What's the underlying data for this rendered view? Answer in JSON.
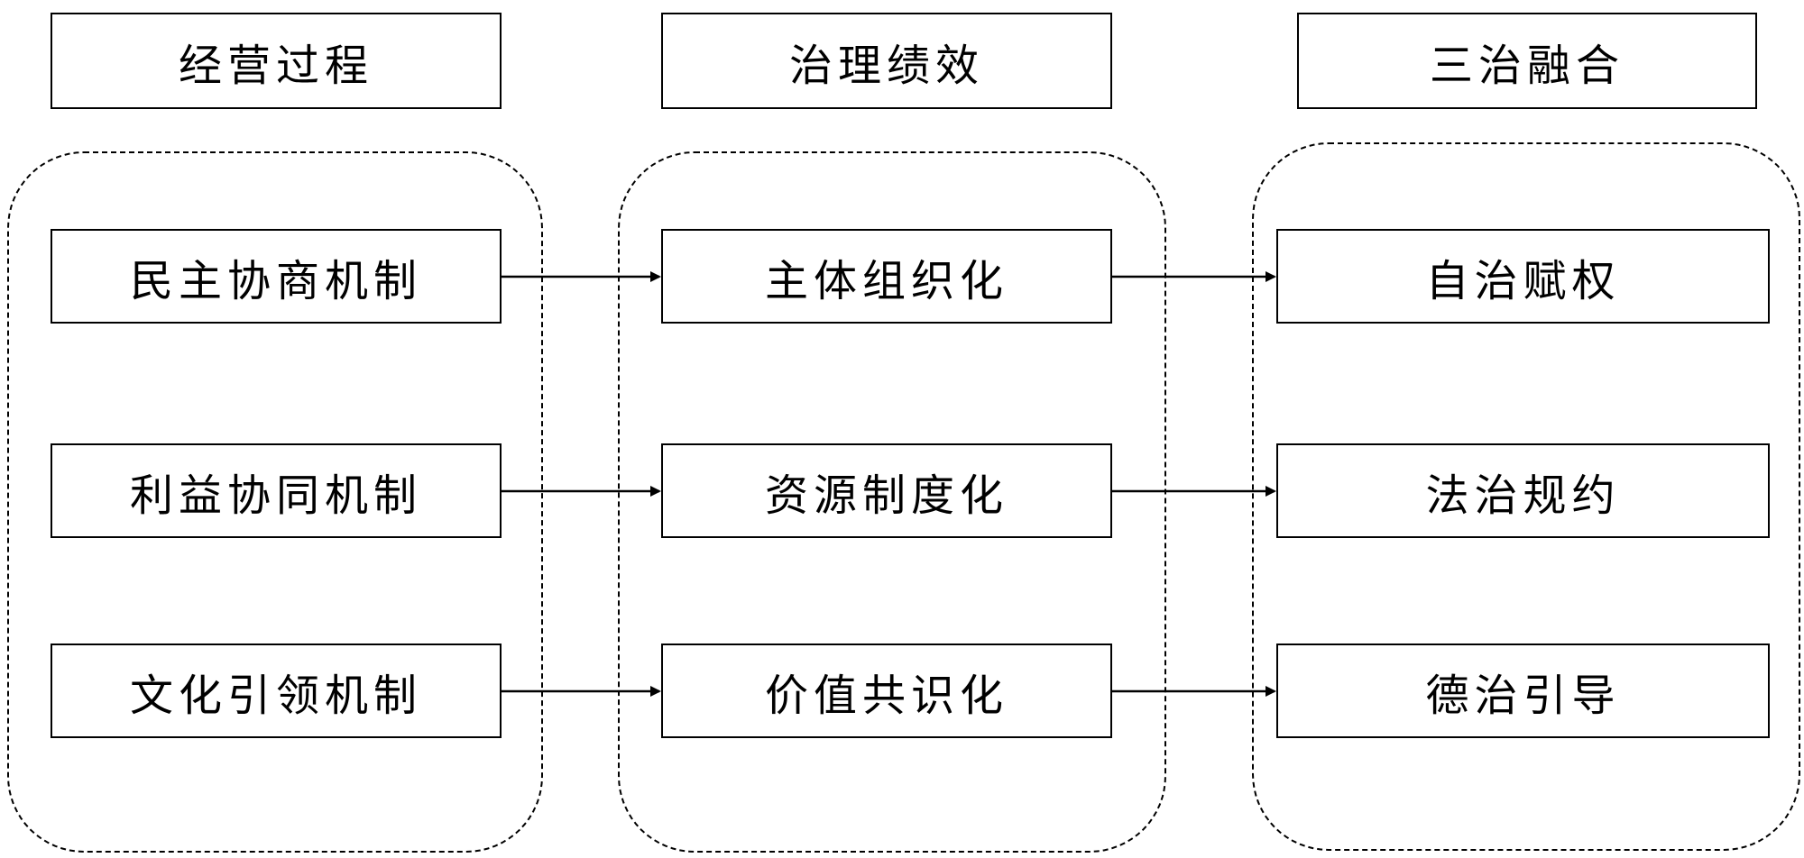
{
  "headers": {
    "col1": "经营过程",
    "col2": "治理绩效",
    "col3": "三治融合"
  },
  "col1": {
    "item1": "民主协商机制",
    "item2": "利益协同机制",
    "item3": "文化引领机制"
  },
  "col2": {
    "item1": "主体组织化",
    "item2": "资源制度化",
    "item3": "价值共识化"
  },
  "col3": {
    "item1": "自治赋权",
    "item2": "法治规约",
    "item3": "德治引导"
  },
  "colors": {
    "stroke": "#000000",
    "background": "#ffffff"
  }
}
